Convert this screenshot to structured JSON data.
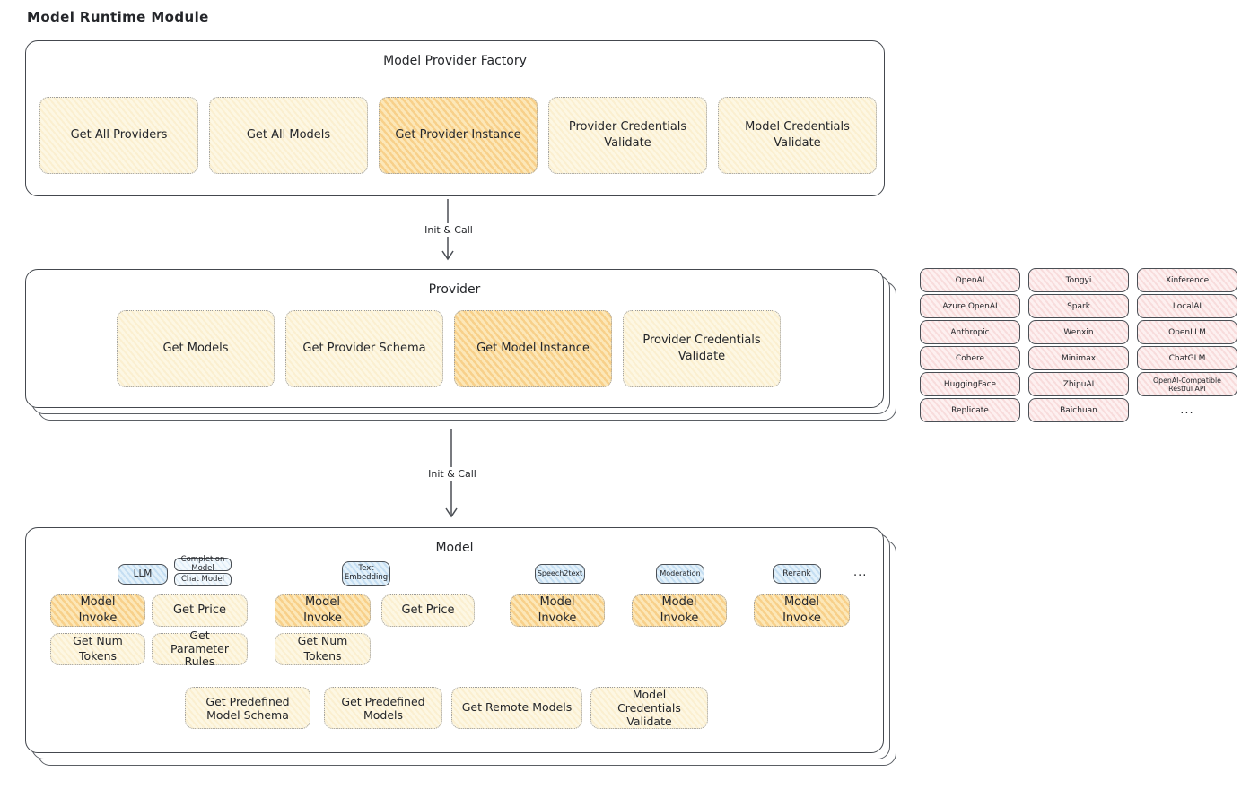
{
  "page_title": "Model Runtime Module",
  "factory": {
    "title": "Model Provider Factory",
    "buttons": [
      {
        "label": "Get All Providers",
        "state": "normal"
      },
      {
        "label": "Get All Models",
        "state": "normal"
      },
      {
        "label": "Get Provider Instance",
        "state": "highlighted"
      },
      {
        "label": "Provider Credentials Validate",
        "state": "normal"
      },
      {
        "label": "Model Credentials Validate",
        "state": "normal"
      }
    ]
  },
  "arrow_factory_provider": {
    "label": "Init & Call"
  },
  "provider": {
    "title": "Provider",
    "buttons": [
      {
        "label": "Get Models",
        "state": "normal"
      },
      {
        "label": "Get Provider Schema",
        "state": "normal"
      },
      {
        "label": "Get Model Instance",
        "state": "highlighted"
      },
      {
        "label": "Provider Credentials Validate",
        "state": "normal"
      }
    ]
  },
  "provider_list": {
    "items": [
      "OpenAI",
      "Tongyi",
      "Xinference",
      "Azure OpenAI",
      "Spark",
      "LocalAI",
      "Anthropic",
      "Wenxin",
      "OpenLLM",
      "Cohere",
      "Minimax",
      "ChatGLM",
      "HuggingFace",
      "ZhipuAI",
      "OpenAI-Compatible Restful API",
      "Replicate",
      "Baichuan"
    ],
    "ellipsis": "..."
  },
  "arrow_provider_model": {
    "label": "Init & Call"
  },
  "model": {
    "title": "Model",
    "model_types": {
      "llm": "LLM",
      "completion_model": "Completion Model",
      "chat_model": "Chat Model",
      "text_embedding": "Text Embedding",
      "speech2text": "Speech2text",
      "moderation": "Moderation",
      "rerank": "Rerank",
      "ellipsis": "..."
    },
    "llm_buttons": [
      {
        "label": "Model Invoke",
        "state": "highlighted"
      },
      {
        "label": "Get Price",
        "state": "normal"
      },
      {
        "label": "Get Num Tokens",
        "state": "normal"
      },
      {
        "label": "Get Parameter Rules",
        "state": "normal"
      }
    ],
    "text_embedding_buttons": [
      {
        "label": "Model Invoke",
        "state": "highlighted"
      },
      {
        "label": "Get Price",
        "state": "normal"
      },
      {
        "label": "Get Num Tokens",
        "state": "normal"
      }
    ],
    "speech2text_buttons": [
      {
        "label": "Model Invoke",
        "state": "highlighted"
      }
    ],
    "moderation_buttons": [
      {
        "label": "Model Invoke",
        "state": "highlighted"
      }
    ],
    "rerank_buttons": [
      {
        "label": "Model Invoke",
        "state": "highlighted"
      }
    ],
    "common_buttons": [
      {
        "label": "Get Predefined Model Schema"
      },
      {
        "label": "Get Predefined Models"
      },
      {
        "label": "Get Remote Models"
      },
      {
        "label": "Model Credentials Validate"
      }
    ]
  },
  "colors": {
    "yellow_fill": "#fdf7e3",
    "yellow_highlight": "#fce7b8",
    "pink_fill": "#fdf0f0",
    "blue_fill": "#e3f1fa",
    "outline_dark": "#44484e"
  }
}
